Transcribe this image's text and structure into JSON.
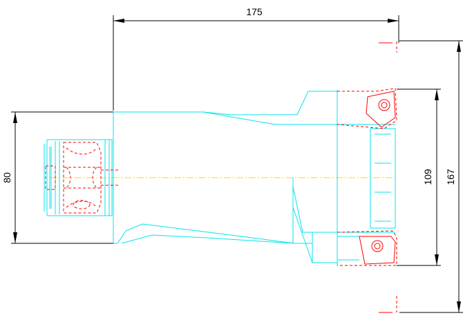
{
  "drawing": {
    "dimensions": {
      "length": "175",
      "shank_diameter": "80",
      "cutting_diameter_inner": "109",
      "cutting_diameter_outer": "167"
    },
    "colors": {
      "outline": "#00e5ee",
      "hidden_parts": "#ff0000",
      "centerline": "#ffd700",
      "dimension": "#000000"
    }
  }
}
